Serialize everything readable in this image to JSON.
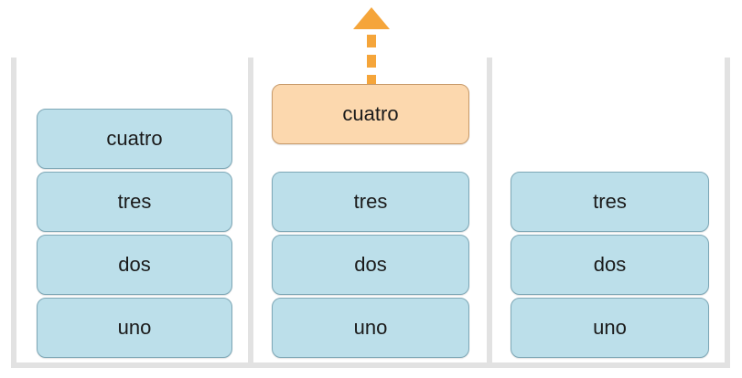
{
  "colors": {
    "block_fill": "#bcdfea",
    "block_border": "#7da7b6",
    "popped_fill": "#fcd8ae",
    "popped_border": "#c79a6a",
    "arrow": "#f5a53a",
    "container": "#e2e2e2"
  },
  "stacks": [
    {
      "items": [
        "cuatro",
        "tres",
        "dos",
        "uno"
      ]
    },
    {
      "popped": "cuatro",
      "items": [
        "tres",
        "dos",
        "uno"
      ]
    },
    {
      "items": [
        "tres",
        "dos",
        "uno"
      ]
    }
  ],
  "icons": {
    "pop_arrow": "dashed-up-arrow-icon"
  }
}
